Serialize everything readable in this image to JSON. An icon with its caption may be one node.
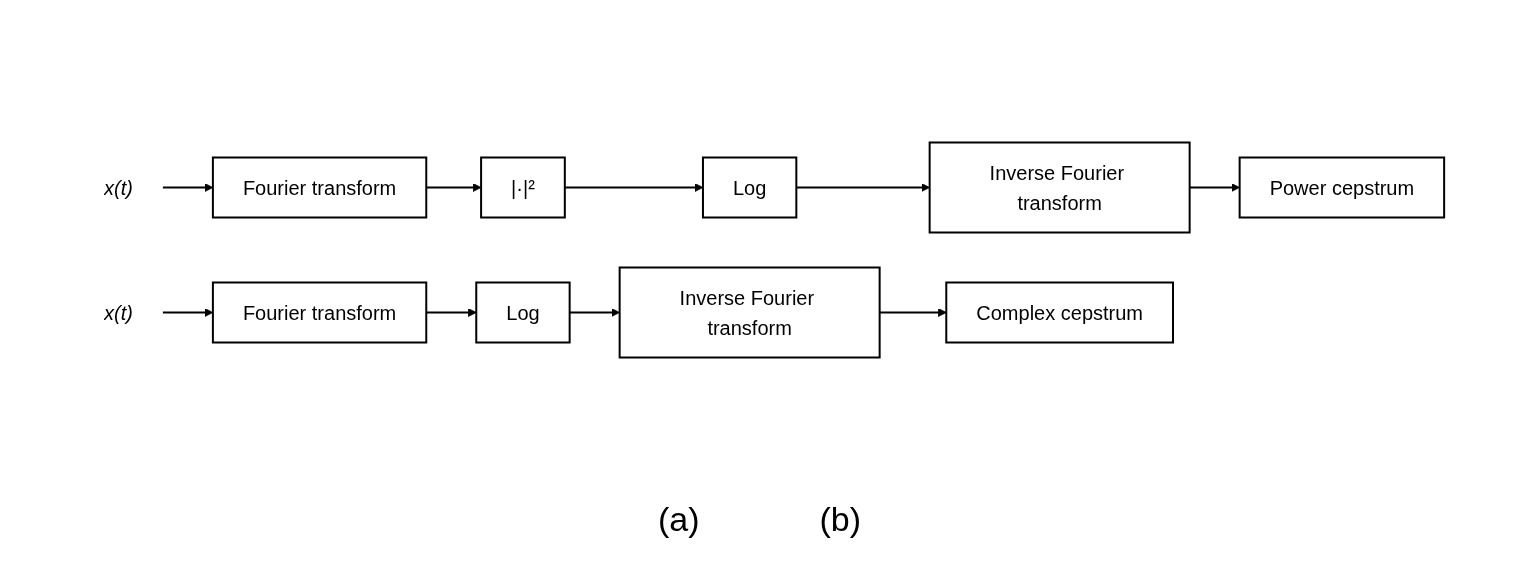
{
  "diagram": {
    "nodes": [
      {
        "text": [
          "x(t)"
        ]
      },
      {
        "text": [
          "Fourier transform"
        ]
      },
      {
        "text": [
          "|·|²"
        ]
      },
      {
        "text": [
          "Log"
        ]
      },
      {
        "text": [
          "Inverse Fourier transform"
        ]
      },
      {
        "text": [
          "Power cepstrum"
        ]
      },
      {
        "text": [
          "x(t)"
        ]
      },
      {
        "text": [
          "Fourier transform"
        ]
      },
      {
        "text": [
          "Log"
        ]
      },
      {
        "text": [
          "Inverse Fourier transform"
        ]
      },
      {
        "text": [
          "Complex cepstrum"
        ]
      }
    ],
    "edges": [
      {
        "from": 0,
        "to": 1,
        "arrow": "to"
      },
      {
        "from": 1,
        "to": 2,
        "arrow": "to"
      },
      {
        "from": 2,
        "to": 3,
        "arrow": "to"
      },
      {
        "from": 3,
        "to": 4,
        "arrow": "to"
      },
      {
        "from": 4,
        "to": 5,
        "arrow": "to"
      },
      {
        "from": 6,
        "to": 7,
        "arrow": "to"
      },
      {
        "from": 7,
        "to": 8,
        "arrow": "to"
      },
      {
        "from": 8,
        "to": 9,
        "arrow": "to"
      },
      {
        "from": 9,
        "to": 10,
        "arrow": "to"
      }
    ],
    "labels": [
      "(a)",
      "(b)"
    ]
  }
}
